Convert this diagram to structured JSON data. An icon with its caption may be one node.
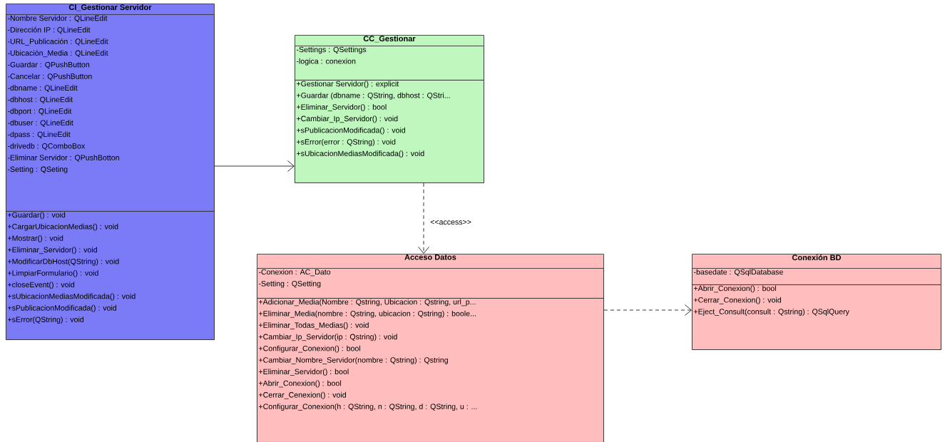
{
  "diagram": {
    "nodes": [
      {
        "text": [
          "CI_Gestionar Servidor"
        ]
      },
      {
        "text": [
          "-Nombre Servidor : QLineEdit",
          "-Dirección IP : QLineEdit",
          "-URL_Publicación : QLineEdit",
          "-Ubicación_Media : QLineEdit",
          "-Guardar : QPushButton",
          "-Cancelar : QPushButton",
          "-dbname : QLineEdit",
          "-dbhost : QLineEdit",
          "-dbport : QLineEdit",
          "-dbuser : QLineEdit",
          "-dpass : QLineEdit",
          "-drivedb : QComboBox",
          "-Eliminar Servidor : QPushBotton",
          "-Setting : QSeting"
        ],
        "in": 0
      },
      {
        "text": [
          "+Guardar() : void",
          "+CargarUbicacionMedias() : void",
          "+Mostrar() : void",
          "+Eliminar_Servidor() : void",
          "+ModificarDbHost(QString) : void",
          "+LimpiarFormulario() : void",
          "+closeEvent() : void",
          "+sUbicacionMediasModificada() : void",
          "+sPublicacionModificada() : void",
          "+sError(QString) : void"
        ],
        "in": 0
      },
      {
        "text": [
          "CC_Gestionar"
        ]
      },
      {
        "text": [
          "-Settings : QSettings",
          "-logica : conexion"
        ],
        "in": 3
      },
      {
        "text": [
          "+Gestionar Servidor() : explicit",
          "+Guardar (dbname : QString, dbhost : QStri...",
          "+Eliminar_Servidor() : bool",
          "+Cambiar_Ip_Servidor() : void",
          "+sPublicacionModificada() : void",
          "+sError(error : QString) : void",
          "+sUbicacionMediasModificada() : void"
        ],
        "in": 3
      },
      {
        "text": [
          "Acceso Datos"
        ]
      },
      {
        "text": [
          "-Conexion : AC_Dato",
          "-Setting : QSetting"
        ],
        "in": 6
      },
      {
        "text": [
          "+Adicionar_Media(Nombre : Qstring, Ubicacion : Qstring, url_p...",
          "+Eliminar_Media(nombre : Qstring, ubicacion : Qstring) : boole...",
          "+Eliminar_Todas_Medias() : void",
          "+Cambiar_Ip_Servidor(ip : Qstring) : void",
          "+Configurar_Conexion() : bool",
          "+Cambiar_Nombre_Servidor(nombre : Qstring) : Qstring",
          "+Eliminar_Servidor() : bool",
          "+Abrir_Conexion() : bool",
          "+Cerrar_Cenexion() : void",
          "+Configurar_Conexion(h : QString, n : QString, d : QString, u : ..."
        ],
        "in": 6
      },
      {
        "text": [
          "Conexión BD"
        ]
      },
      {
        "text": [
          "-basedate : QSqlDatabase"
        ],
        "in": 9
      },
      {
        "text": [
          "+Abrir_Conexion() : bool",
          "+Cerrar_Conexion() : void",
          "+Eject_Consult(consult : Qstring) : QSqlQuery"
        ],
        "in": 9
      }
    ],
    "edges": [
      {
        "from": 0,
        "to": 3,
        "arrow": "to"
      },
      {
        "from": 3,
        "to": 6,
        "arrow": "to",
        "style": "dashed",
        "label": "<<access>>"
      },
      {
        "from": 6,
        "to": 9,
        "arrow": "to",
        "style": "dashed"
      }
    ]
  }
}
